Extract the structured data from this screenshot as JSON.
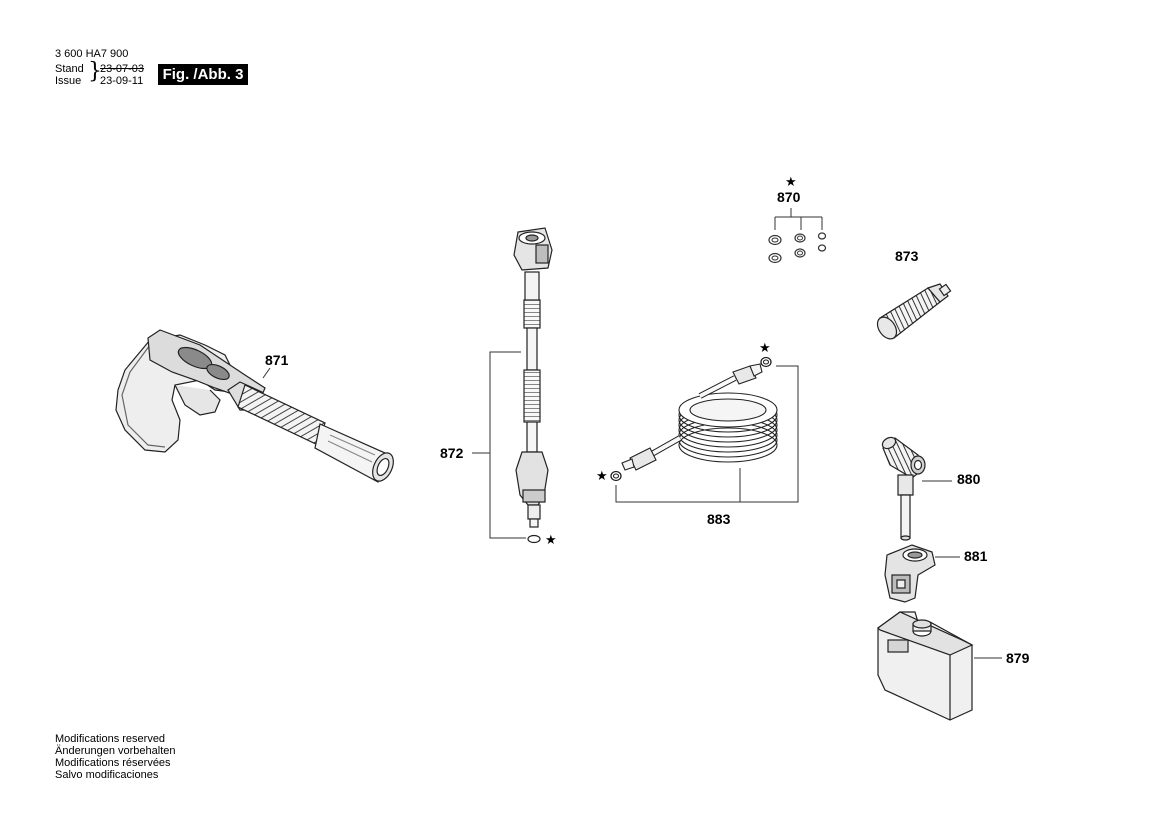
{
  "header": {
    "doc_number": "3 600 HA7 900",
    "stand_label": "Stand",
    "issue_label": "Issue",
    "stand_date": "23-07-03",
    "issue_date": "23-09-11",
    "figure_label": "Fig. /Abb. 3"
  },
  "parts": {
    "p870": "870",
    "p871": "871",
    "p872": "872",
    "p873": "873",
    "p879": "879",
    "p880": "880",
    "p881": "881",
    "p883": "883"
  },
  "markers": {
    "star": "★"
  },
  "footer": {
    "line_en": "Modifications reserved",
    "line_de": "Änderungen vorbehalten",
    "line_fr": "Modifications réservées",
    "line_es": "Salvo modificaciones"
  }
}
